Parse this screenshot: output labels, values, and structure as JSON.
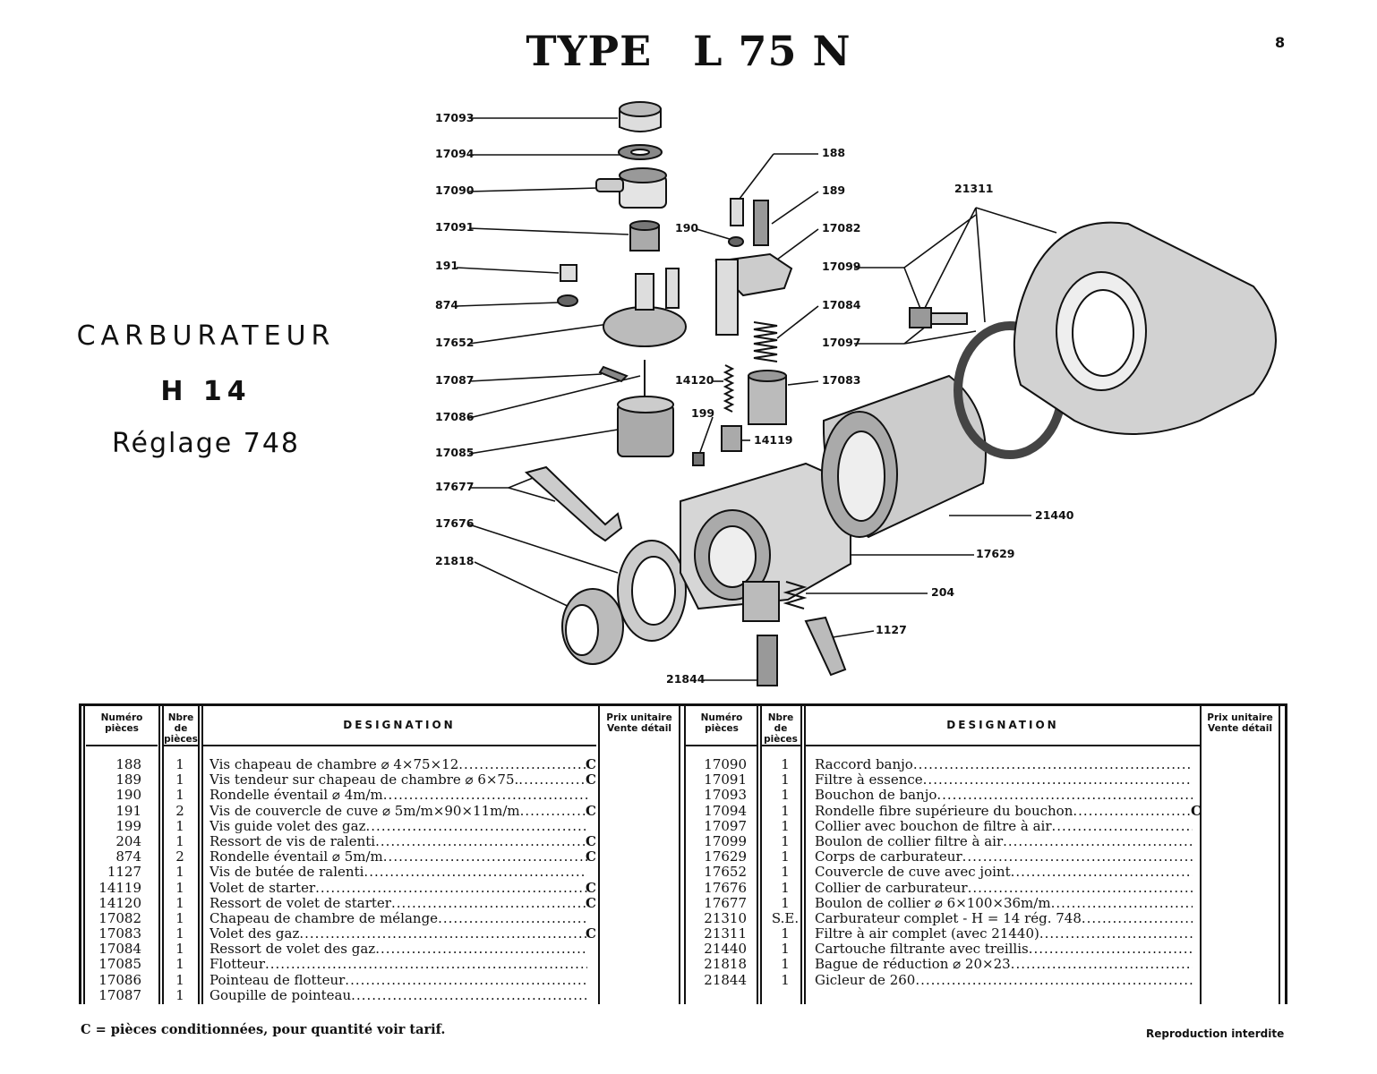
{
  "header": {
    "type_label": "TYPE",
    "model": "L 75 N",
    "page_number": "8"
  },
  "sidebar": {
    "line1": "CARBURATEUR",
    "line2": "H 14",
    "line3": "Réglage 748"
  },
  "diagram": {
    "labels": [
      "17093",
      "17094",
      "17090",
      "17091",
      "191",
      "874",
      "17652",
      "17087",
      "17086",
      "17085",
      "17677",
      "17676",
      "21818",
      "188",
      "189",
      "190",
      "17082",
      "17099",
      "17084",
      "17097",
      "14120",
      "17083",
      "199",
      "14119",
      "21311",
      "21440",
      "17629",
      "204",
      "1127",
      "21844"
    ]
  },
  "table": {
    "headers": {
      "num": "Numéro pièces",
      "qty": "Nbre de pièces",
      "designation": "DESIGNATION",
      "price": "Prix unitaire Vente détail"
    },
    "left_rows": [
      {
        "num": "188",
        "qty": "1",
        "des": "Vis chapeau de chambre ⌀ 4×75×12",
        "flag": "C"
      },
      {
        "num": "189",
        "qty": "1",
        "des": "Vis tendeur sur chapeau de chambre ⌀ 6×75.",
        "flag": "C"
      },
      {
        "num": "190",
        "qty": "1",
        "des": "Rondelle éventail ⌀ 4m/m",
        "flag": ""
      },
      {
        "num": "191",
        "qty": "2",
        "des": "Vis de couvercle de cuve ⌀ 5m/m×90×11m/m",
        "flag": "C"
      },
      {
        "num": "199",
        "qty": "1",
        "des": "Vis guide volet des gaz",
        "flag": ""
      },
      {
        "num": "204",
        "qty": "1",
        "des": "Ressort de vis de ralenti",
        "flag": "C"
      },
      {
        "num": "874",
        "qty": "2",
        "des": "Rondelle éventail ⌀ 5m/m",
        "flag": "C"
      },
      {
        "num": "1127",
        "qty": "1",
        "des": "Vis de butée de ralenti",
        "flag": ""
      },
      {
        "num": "14119",
        "qty": "1",
        "des": "Volet de starter",
        "flag": "C"
      },
      {
        "num": "14120",
        "qty": "1",
        "des": "Ressort de volet de starter",
        "flag": "C"
      },
      {
        "num": "17082",
        "qty": "1",
        "des": "Chapeau de chambre de mélange",
        "flag": ""
      },
      {
        "num": "17083",
        "qty": "1",
        "des": "Volet des gaz",
        "flag": "C"
      },
      {
        "num": "17084",
        "qty": "1",
        "des": "Ressort de volet des gaz",
        "flag": ""
      },
      {
        "num": "17085",
        "qty": "1",
        "des": "Flotteur",
        "flag": ""
      },
      {
        "num": "17086",
        "qty": "1",
        "des": "Pointeau de flotteur",
        "flag": ""
      },
      {
        "num": "17087",
        "qty": "1",
        "des": "Goupille de pointeau",
        "flag": ""
      }
    ],
    "right_rows": [
      {
        "num": "17090",
        "qty": "1",
        "des": "Raccord banjo",
        "flag": ""
      },
      {
        "num": "17091",
        "qty": "1",
        "des": "Filtre à essence",
        "flag": ""
      },
      {
        "num": "17093",
        "qty": "1",
        "des": "Bouchon de banjo",
        "flag": ""
      },
      {
        "num": "17094",
        "qty": "1",
        "des": "Rondelle fibre supérieure du bouchon",
        "flag": "C"
      },
      {
        "num": "17097",
        "qty": "1",
        "des": "Collier avec bouchon de filtre à air",
        "flag": ""
      },
      {
        "num": "17099",
        "qty": "1",
        "des": "Boulon de collier filtre à air",
        "flag": ""
      },
      {
        "num": "17629",
        "qty": "1",
        "des": "Corps de carburateur",
        "flag": ""
      },
      {
        "num": "17652",
        "qty": "1",
        "des": "Couvercle de cuve avec joint",
        "flag": ""
      },
      {
        "num": "17676",
        "qty": "1",
        "des": "Collier de carburateur",
        "flag": ""
      },
      {
        "num": "17677",
        "qty": "1",
        "des": "Boulon de collier ⌀ 6×100×36m/m",
        "flag": ""
      },
      {
        "num": "21310",
        "qty": "S.E.",
        "des": "Carburateur complet - H = 14 rég. 748",
        "flag": ""
      },
      {
        "num": "21311",
        "qty": "1",
        "des": "Filtre à air complet (avec 21440)",
        "flag": ""
      },
      {
        "num": "21440",
        "qty": "1",
        "des": "Cartouche filtrante avec treillis",
        "flag": ""
      },
      {
        "num": "21818",
        "qty": "1",
        "des": "Bague de réduction ⌀ 20×23",
        "flag": ""
      },
      {
        "num": "21844",
        "qty": "1",
        "des": "Gicleur de 260",
        "flag": ""
      }
    ]
  },
  "footer": {
    "note": "C = pièces conditionnées, pour quantité voir tarif.",
    "rights": "Reproduction interdite"
  }
}
